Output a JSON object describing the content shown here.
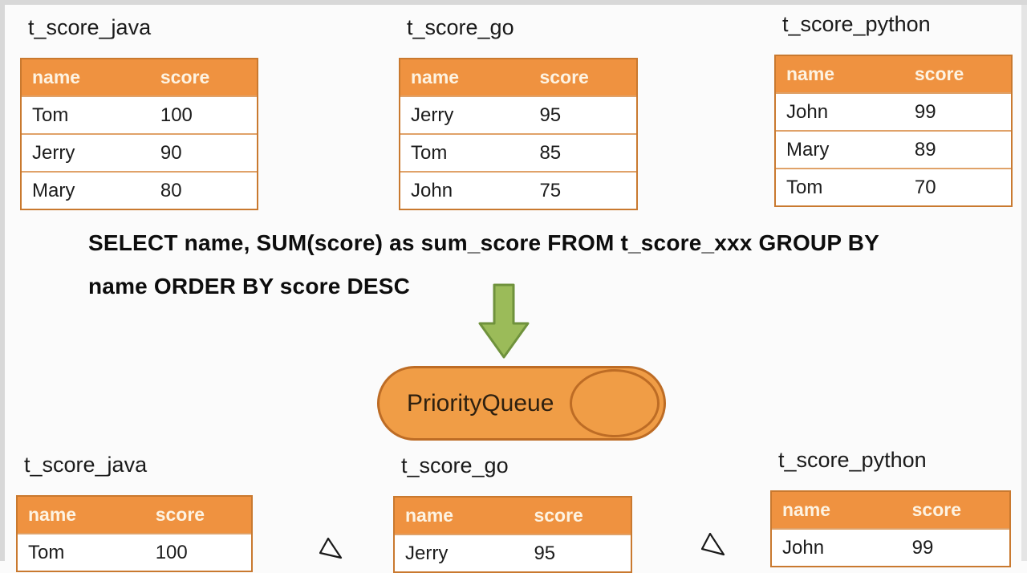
{
  "colors": {
    "page_bg": "#fbfbfb",
    "frame_edge": "#d8d8d8",
    "table_header_bg": "#ef9240",
    "table_border": "#c9792f",
    "row_divider": "#e0a269",
    "header_text": "#fdf3e2",
    "cell_text": "#1c1c1c",
    "title_text": "#1a1a1a",
    "sql_text": "#0d0d0d",
    "arrow_fill": "#9bbb59",
    "arrow_stroke": "#6f923c",
    "queue_fill": "#f09d46",
    "queue_stroke": "#bd6c25",
    "queue_text": "#2e2010"
  },
  "icons": {
    "down_arrow": "block-arrow-down",
    "connector_tip": "arrowhead"
  },
  "top_tables": [
    {
      "title": "t_score_java",
      "headers": [
        "name",
        "score"
      ],
      "rows": [
        [
          "Tom",
          "100"
        ],
        [
          "Jerry",
          "90"
        ],
        [
          "Mary",
          "80"
        ]
      ]
    },
    {
      "title": "t_score_go",
      "headers": [
        "name",
        "score"
      ],
      "rows": [
        [
          "Jerry",
          "95"
        ],
        [
          "Tom",
          "85"
        ],
        [
          "John",
          "75"
        ]
      ]
    },
    {
      "title": "t_score_python",
      "headers": [
        "name",
        "score"
      ],
      "rows": [
        [
          "John",
          "99"
        ],
        [
          "Mary",
          "89"
        ],
        [
          "Tom",
          "70"
        ]
      ]
    }
  ],
  "sql": {
    "line1": "SELECT name, SUM(score) as sum_score FROM t_score_xxx GROUP BY",
    "line2": "name ORDER BY score DESC"
  },
  "queue": {
    "label": "PriorityQueue"
  },
  "bottom_tables": [
    {
      "title": "t_score_java",
      "headers": [
        "name",
        "score"
      ],
      "rows": [
        [
          "Tom",
          "100"
        ]
      ]
    },
    {
      "title": "t_score_go",
      "headers": [
        "name",
        "score"
      ],
      "rows": [
        [
          "Jerry",
          "95"
        ]
      ]
    },
    {
      "title": "t_score_python",
      "headers": [
        "name",
        "score"
      ],
      "rows": [
        [
          "John",
          "99"
        ]
      ]
    }
  ]
}
